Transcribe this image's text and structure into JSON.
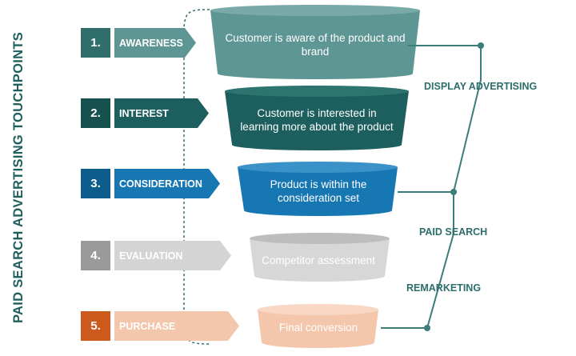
{
  "title": "PAID SEARCH ADVERTISING TOUCHPOINTS",
  "stages": [
    {
      "number": "1.",
      "label": "AWARENESS",
      "description": "Customer is aware of the product and brand",
      "num_color": "#2f6e6a",
      "tag_color": "#5e9694",
      "funnel_color": "#5e9694",
      "funnel_top": "#7aaaa8"
    },
    {
      "number": "2.",
      "label": "INTEREST",
      "description": "Customer is interested in learning more about the product",
      "num_color": "#16504f",
      "tag_color": "#1d5f5e",
      "funnel_color": "#1d5f5e",
      "funnel_top": "#2d7471"
    },
    {
      "number": "3.",
      "label": "CONSIDERATION",
      "description": "Product is within the consideration set",
      "num_color": "#0c5d8c",
      "tag_color": "#1677b3",
      "funnel_color": "#1677b3",
      "funnel_top": "#3b92c8"
    },
    {
      "number": "4.",
      "label": "EVALUATION",
      "description": "Competitor assessment",
      "num_color": "#9a9a9a",
      "tag_color": "#d4d4d4",
      "funnel_color": "#d7d7d7",
      "funnel_top": "#bdbdbd"
    },
    {
      "number": "5.",
      "label": "PURCHASE",
      "description": "Final conversion",
      "num_color": "#cc5a1d",
      "tag_color": "#f4c6ac",
      "funnel_color": "#f4c6ac",
      "funnel_top": "#f8d7c4"
    }
  ],
  "channels": [
    "DISPLAY ADVERTISING",
    "PAID SEARCH",
    "REMARKETING"
  ],
  "colors": {
    "title": "#1f5f5c",
    "connector": "#3c7d79",
    "dashed": "#2f6e6a"
  }
}
